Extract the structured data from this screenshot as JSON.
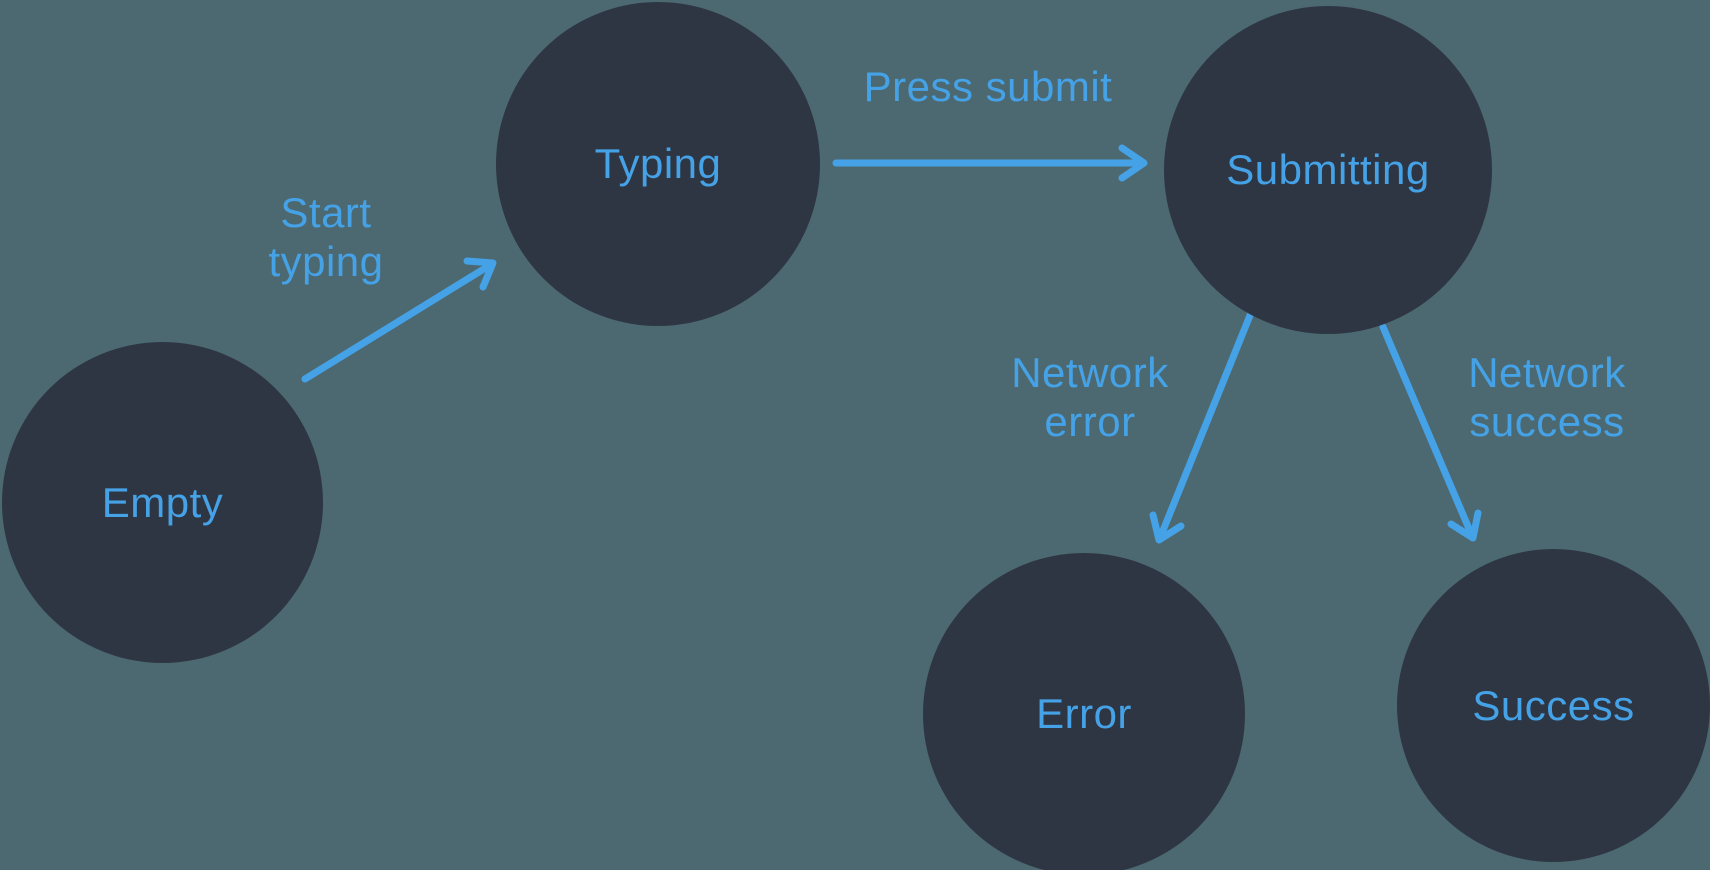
{
  "colors": {
    "bg": "#4C6971",
    "node": "#2E3643",
    "accent": "#45A2E7"
  },
  "diagram": {
    "type": "state-machine",
    "nodes": [
      {
        "id": "empty",
        "label": "Empty"
      },
      {
        "id": "typing",
        "label": "Typing"
      },
      {
        "id": "submitting",
        "label": "Submitting"
      },
      {
        "id": "error",
        "label": "Error"
      },
      {
        "id": "success",
        "label": "Success"
      }
    ],
    "edges": [
      {
        "from": "empty",
        "to": "typing",
        "label_lines": [
          "Start",
          "typing"
        ]
      },
      {
        "from": "typing",
        "to": "submitting",
        "label_lines": [
          "Press submit"
        ]
      },
      {
        "from": "submitting",
        "to": "error",
        "label_lines": [
          "Network",
          "error"
        ]
      },
      {
        "from": "submitting",
        "to": "success",
        "label_lines": [
          "Network",
          "success"
        ]
      }
    ]
  }
}
